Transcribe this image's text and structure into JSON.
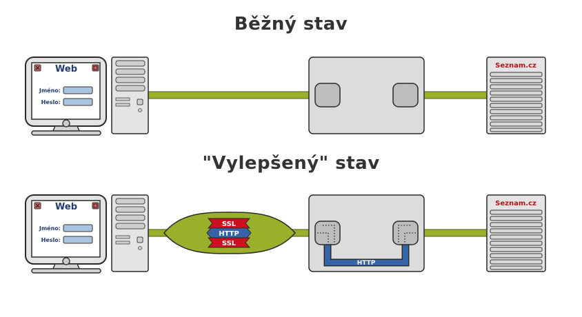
{
  "titles": {
    "normal": "Běžný stav",
    "improved": "\"Vylepšený\" stav"
  },
  "client_window": {
    "title": "Web",
    "username_label": "Jméno:",
    "password_label": "Heslo:"
  },
  "server": {
    "name": "Seznam.cz"
  },
  "tunnel": {
    "top_label": "SSL",
    "middle_label": "HTTP",
    "bottom_label": "SSL"
  },
  "proxy": {
    "inner_label": "HTTP"
  },
  "colors": {
    "cable": "#99b12a",
    "ssl": "#cc1020",
    "http": "#3565a8",
    "server_name": "#b01818"
  }
}
